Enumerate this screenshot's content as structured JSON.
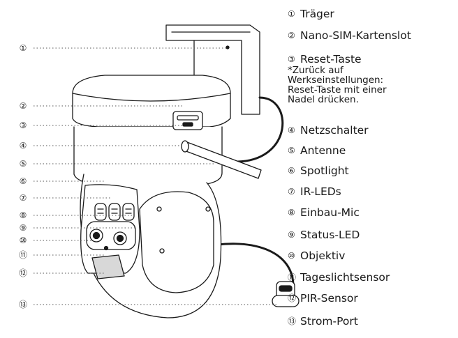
{
  "callouts": [
    {
      "number": "①",
      "label": "Träger"
    },
    {
      "number": "②",
      "label": "Nano-SIM-Kartenslot"
    },
    {
      "number": "③",
      "label": "Reset-Taste"
    },
    {
      "number": "④",
      "label": "Netzschalter"
    },
    {
      "number": "⑤",
      "label": "Antenne"
    },
    {
      "number": "⑥",
      "label": "Spotlight"
    },
    {
      "number": "⑦",
      "label": "IR-LEDs"
    },
    {
      "number": "⑧",
      "label": "Einbau-Mic"
    },
    {
      "number": "⑨",
      "label": "Status-LED"
    },
    {
      "number": "⑩",
      "label": "Objektiv"
    },
    {
      "number": "⑪",
      "label": "Tageslichtsensor"
    },
    {
      "number": "⑫",
      "label": "PIR-Sensor"
    },
    {
      "number": "⑬",
      "label": "Strom-Port"
    }
  ],
  "reset_note": [
    "*Zurück auf",
    "Werkseinstellungen:",
    "Reset-Taste mit einer",
    "Nadel drücken."
  ],
  "colors": {
    "line": "#1a1a1a",
    "leader": "#555555",
    "fill": "#ffffff"
  }
}
